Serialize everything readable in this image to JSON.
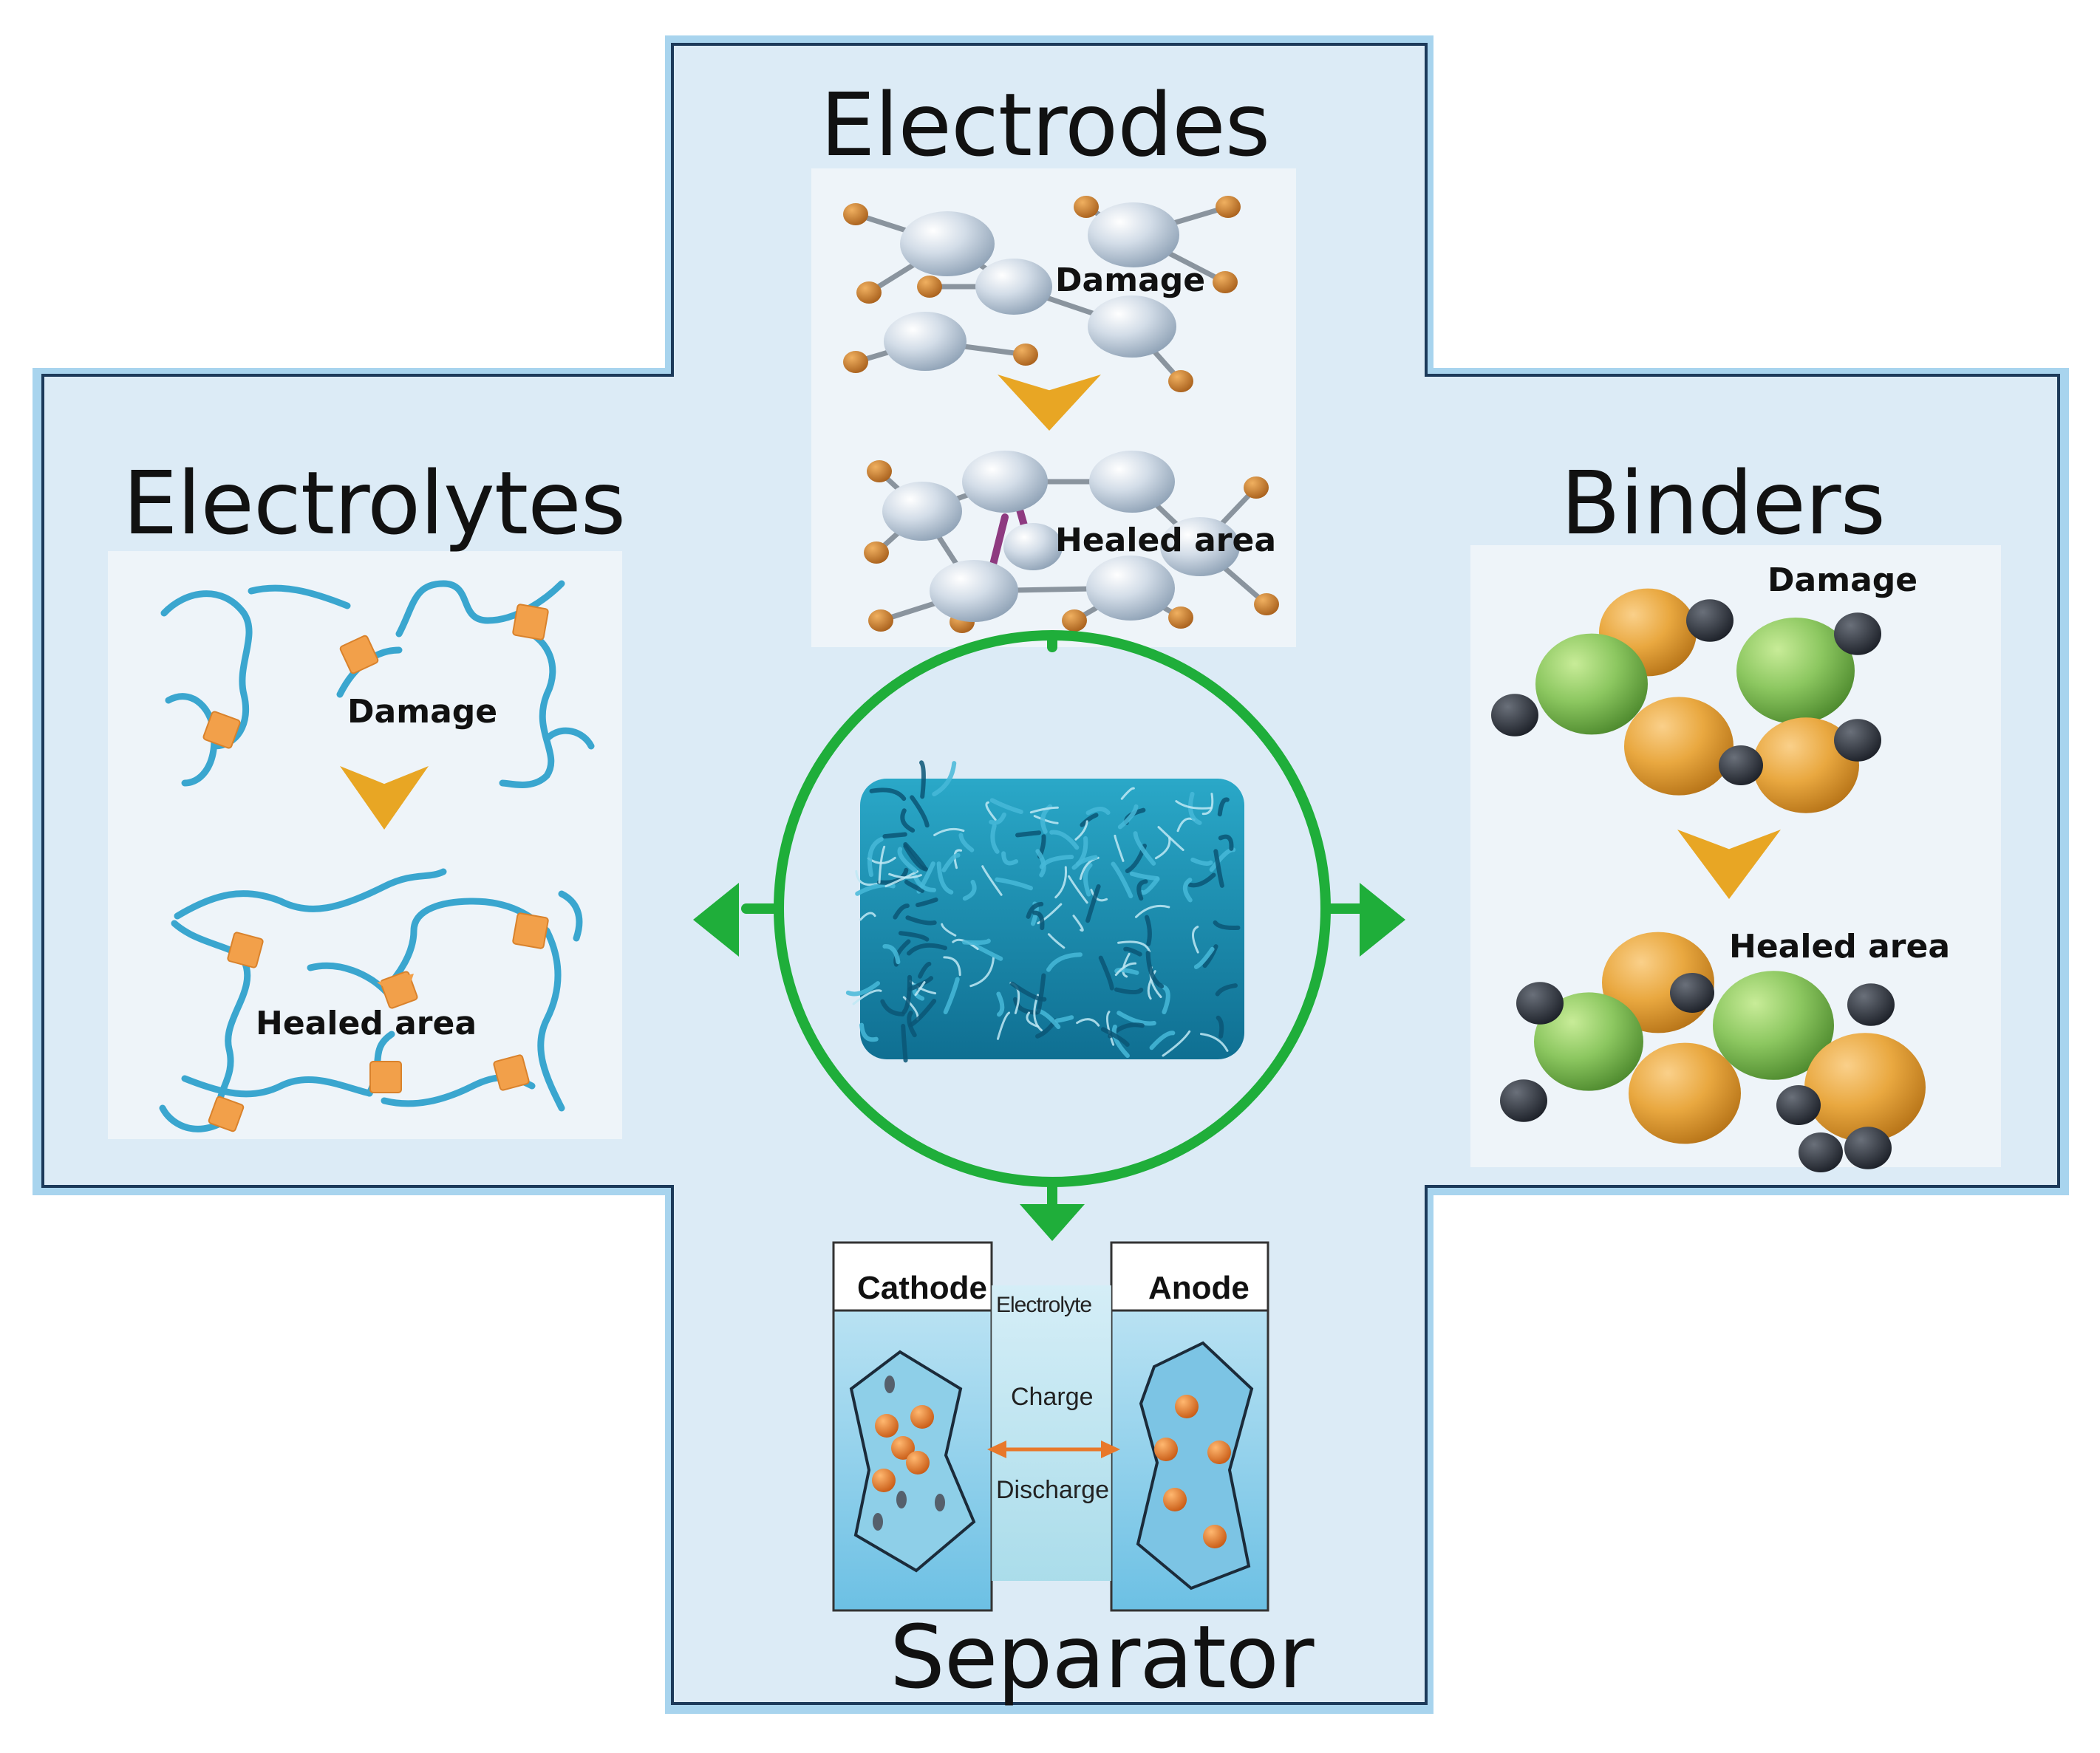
{
  "titles": {
    "electrodes": "Electrodes",
    "electrolytes": "Electrolytes",
    "binders": "Binders",
    "separator": "Separator"
  },
  "electrodes": {
    "damage": "Damage",
    "healed": "Healed area"
  },
  "electrolytes": {
    "damage": "Damage",
    "healed": "Healed area"
  },
  "binders": {
    "damage": "Damage",
    "healed": "Healed area"
  },
  "separator_panel": {
    "cathode": "Cathode",
    "anode": "Anode",
    "electrolyte": "Electrolyte",
    "charge": "Charge",
    "discharge": "Discharge"
  },
  "colors": {
    "panel_fill": "#dcebf6",
    "panel_outer_border": "#a8d4ee",
    "panel_inner_border": "#1c3a5a",
    "cycle_green": "#1fae3a",
    "polymer_blue": "#3aa6cf",
    "crosslink_orange": "#f2a04a",
    "arrow_gold": "#e8a624",
    "electrode_sphere": "#c9d6e3",
    "electrode_node": "#c97a2a",
    "heal_bond": "#8e3a80",
    "binder_green": "#8cc760",
    "binder_orange": "#e9a840",
    "binder_dark": "#2f3540",
    "ion_orange": "#e8782a",
    "foam_blue": "#1f8fb0"
  }
}
